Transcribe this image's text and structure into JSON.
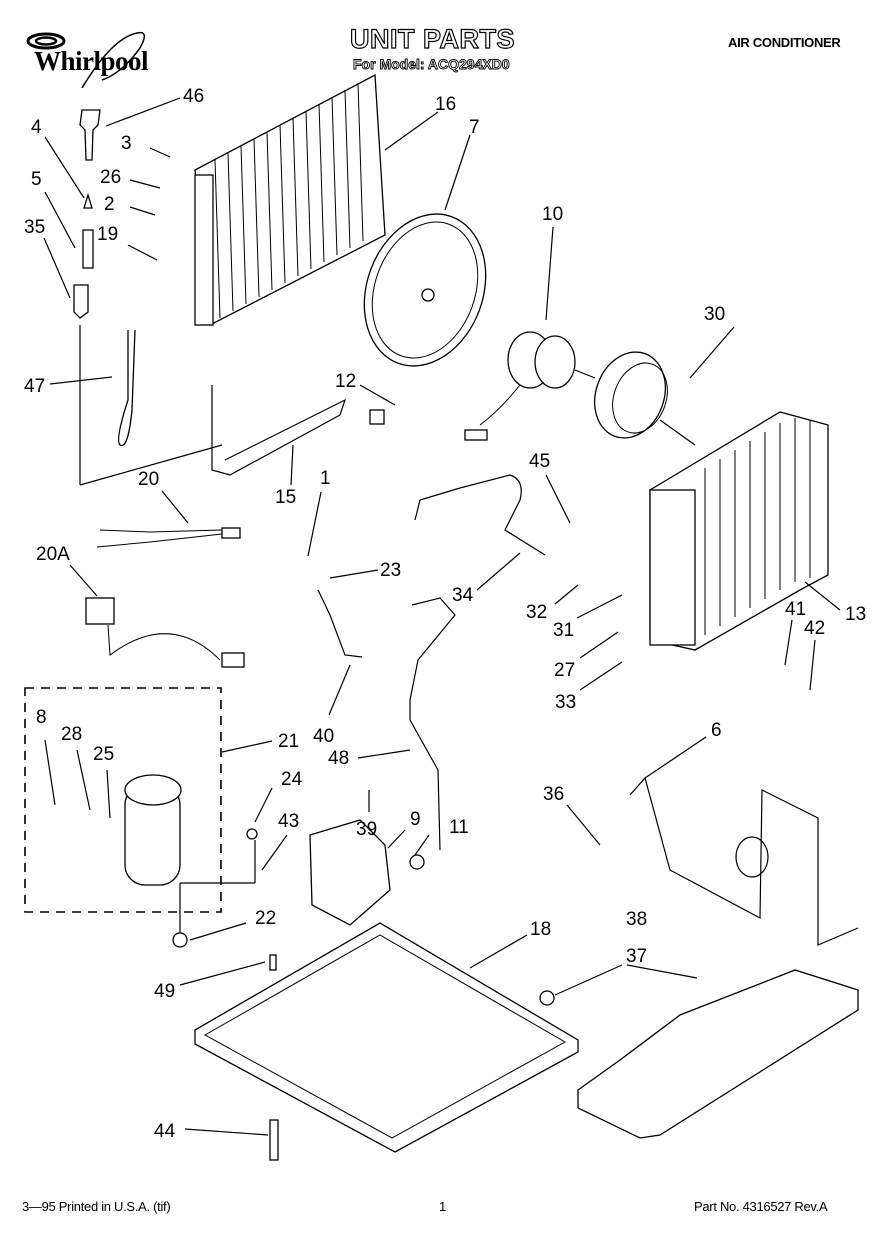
{
  "header": {
    "brand": "Whirlpool",
    "title": "UNIT PARTS",
    "model_line": "For Model: ACQ294XD0",
    "product": "AIR CONDITIONER"
  },
  "footer": {
    "print_info": "3—95 Printed in U.S.A. (tif)",
    "page_number": "1",
    "part_number": "Part No. 4316527 Rev.A"
  },
  "callouts": {
    "p46": "46",
    "p4": "4",
    "p3": "3",
    "p26": "26",
    "p2": "2",
    "p5": "5",
    "p19": "19",
    "p35": "35",
    "p16": "16",
    "p7": "7",
    "p10": "10",
    "p30": "30",
    "p47": "47",
    "p12": "12",
    "p15": "15",
    "p20": "20",
    "p1": "1",
    "p45": "45",
    "p20a": "20A",
    "p23": "23",
    "p34": "34",
    "p32": "32",
    "p31": "31",
    "p13": "13",
    "p41": "41",
    "p42": "42",
    "p27": "27",
    "p33": "33",
    "p40": "40",
    "p48": "48",
    "p21": "21",
    "p8": "8",
    "p28": "28",
    "p25": "25",
    "p24": "24",
    "p43": "43",
    "p6": "6",
    "p36": "36",
    "p39": "39",
    "p9": "9",
    "p11": "11",
    "p22": "22",
    "p18": "18",
    "p38": "38",
    "p37": "37",
    "p49": "49",
    "p44": "44"
  }
}
